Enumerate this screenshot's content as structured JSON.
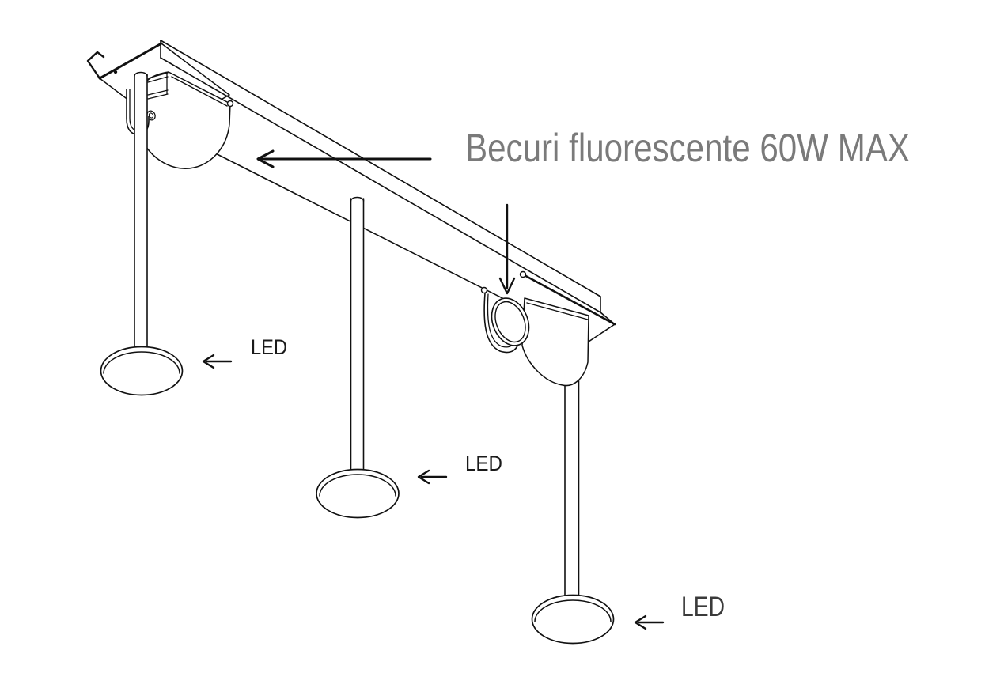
{
  "title": {
    "text": "Becuri fluorescente 60W MAX",
    "color": "#7a7a7a"
  },
  "led_labels": {
    "led_1": "LED",
    "led_2": "LED",
    "led_3": "LED"
  },
  "colors": {
    "line": "#111111",
    "background": "#ffffff",
    "led_text": "#1a1a1a",
    "led_text_large": "#3a3a3a"
  }
}
